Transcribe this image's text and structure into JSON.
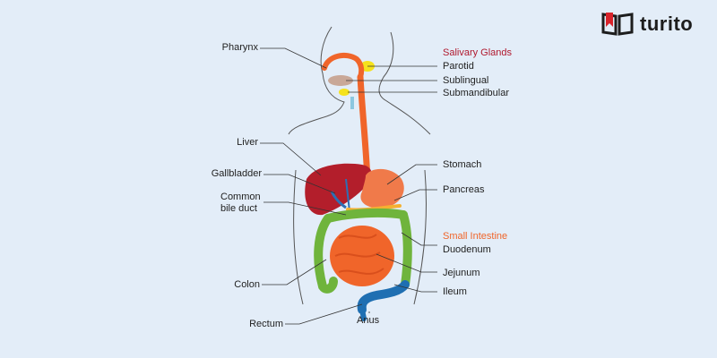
{
  "brand": {
    "name": "turito",
    "logo_icon": "open-book-icon",
    "logo_color": "#d8232a"
  },
  "headers": {
    "salivary": {
      "text": "Salivary Glands",
      "color": "#b0192e"
    },
    "small_intestine": {
      "text": "Small Intestine",
      "color": "#f0652a"
    }
  },
  "left_labels": {
    "pharynx": "Pharynx",
    "liver": "Liver",
    "gallbladder": "Gallbladder",
    "common_bile_duct_line1": "Common",
    "common_bile_duct_line2": "bile duct",
    "colon": "Colon",
    "rectum": "Rectum"
  },
  "right_labels": {
    "parotid": "Parotid",
    "sublingual": "Sublingual",
    "submandibular": "Submandibular",
    "stomach": "Stomach",
    "pancreas": "Pancreas",
    "duodenum": "Duodenum",
    "jejunum": "Jejunum",
    "ileum": "Ileum",
    "anus": "Anus"
  },
  "colors": {
    "background": "#e3edf8",
    "esophagus": "#f0652a",
    "liver": "#b31e2b",
    "gallbladder": "#2e6fb3",
    "colon": "#6fb43c",
    "small_intestine": "#f0652a",
    "rectum": "#1f6fb2",
    "salivary_gland": "#f5e21c"
  }
}
